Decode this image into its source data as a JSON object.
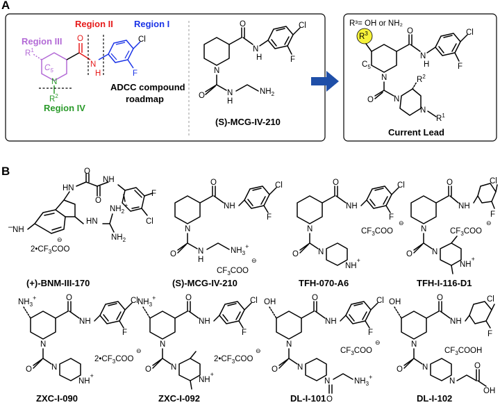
{
  "panels": {
    "a": "A",
    "b": "B"
  },
  "panel_a": {
    "regions": [
      {
        "label": "Region I",
        "color": "#1a33e6"
      },
      {
        "label": "Region II",
        "color": "#e61a1a"
      },
      {
        "label": "Region III",
        "color": "#b36ad6"
      },
      {
        "label": "Region IV",
        "color": "#2a9a2a"
      }
    ],
    "roadmap_line1": "ADCC compound",
    "roadmap_line2": "roadmap",
    "middle_compound": "(S)-MCG-IV-210",
    "lead_note": "R³= OH or NH₂",
    "lead_label": "Current Lead",
    "arrow_color": "#1f4fa8",
    "highlight_color": "#f6f23a"
  },
  "compounds": [
    {
      "id": "(+)-BNM-III-170"
    },
    {
      "id": "(S)-MCG-IV-210"
    },
    {
      "id": "TFH-070-A6"
    },
    {
      "id": "TFH-I-116-D1"
    },
    {
      "id": "ZXC-I-090"
    },
    {
      "id": "ZXC-I-092"
    },
    {
      "id": "DL-I-101"
    },
    {
      "id": "DL-I-102"
    }
  ],
  "atom_labels": {
    "cl": "Cl",
    "f": "F",
    "o": "O",
    "n": "N",
    "h": "H",
    "nh": "NH",
    "nh2": "NH",
    "nh3": "NH",
    "oh": "OH",
    "hn": "HN",
    "c5": "C",
    "c5_sub": "5",
    "r1": "R",
    "r2": "R",
    "r3": "R",
    "sup1": "1",
    "sup2": "2",
    "sup3": "3",
    "tfa_two": "2•CF",
    "cf3coo": "CF",
    "coo": "COO",
    "cooh": "COOH",
    "three": "3",
    "two": "2",
    "minus": "⊖",
    "plus": "+",
    "methyl_line": "–"
  }
}
